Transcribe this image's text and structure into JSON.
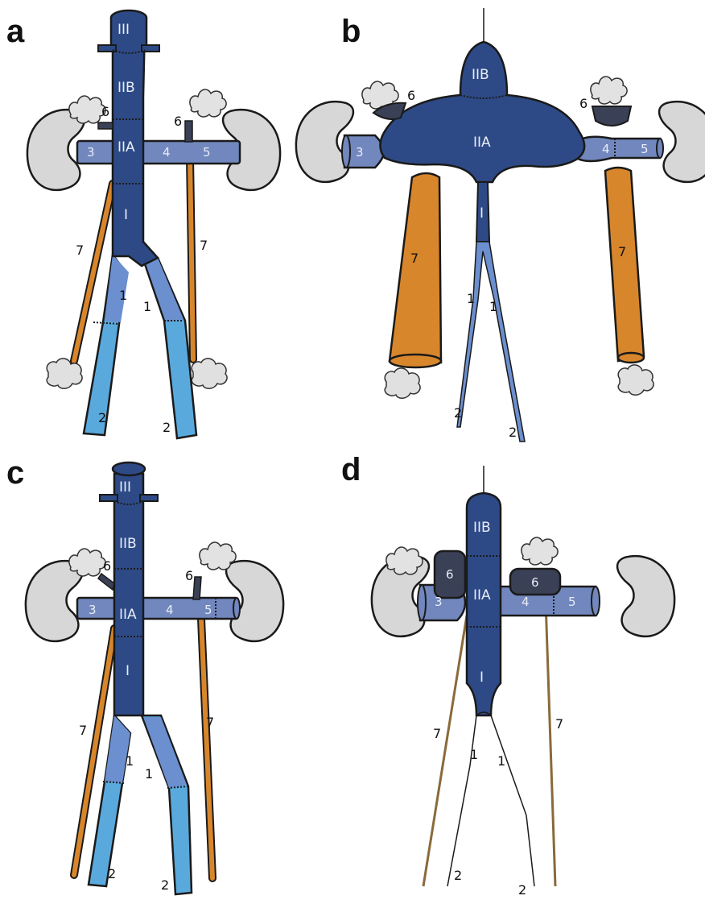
{
  "panels": {
    "a": {
      "letter": "a",
      "segments": {
        "III": "III",
        "IIB": "IIB",
        "IIA": "IIA",
        "I": "I"
      },
      "numbers": {
        "n1_left": "1",
        "n1_right": "1",
        "n2_left": "2",
        "n2_right": "2",
        "n3": "3",
        "n4": "4",
        "n5": "5",
        "n6_left": "6",
        "n6_right": "6",
        "n7_left": "7",
        "n7_right": "7"
      }
    },
    "b": {
      "letter": "b",
      "segments": {
        "IIB": "IIB",
        "IIA": "IIA",
        "I": "I"
      },
      "numbers": {
        "n1_left": "1",
        "n1_right": "1",
        "n2_left": "2",
        "n2_right": "2",
        "n3": "3",
        "n4": "4",
        "n5": "5",
        "n6_left": "6",
        "n6_right": "6",
        "n7_left": "7",
        "n7_right": "7"
      }
    },
    "c": {
      "letter": "c",
      "segments": {
        "III": "III",
        "IIB": "IIB",
        "IIA": "IIA",
        "I": "I"
      },
      "numbers": {
        "n1_left": "1",
        "n1_right": "1",
        "n2_left": "2",
        "n2_right": "2",
        "n3": "3",
        "n4": "4",
        "n5": "5",
        "n6_left": "6",
        "n6_right": "6",
        "n7_left": "7",
        "n7_right": "7"
      }
    },
    "d": {
      "letter": "d",
      "segments": {
        "IIB": "IIB",
        "IIA": "IIA",
        "I": "I"
      },
      "numbers": {
        "n1_left": "1",
        "n1_right": "1",
        "n2_left": "2",
        "n2_right": "2",
        "n3": "3",
        "n4": "4",
        "n5": "5",
        "n6_left": "6",
        "n6_right": "6",
        "n7_left": "7",
        "n7_right": "7"
      }
    }
  },
  "colors": {
    "cardinal_vein_dark": "#2e4a86",
    "renal_vein": "#7187bd",
    "iliac_upper": "#6b8fcf",
    "iliac_lower": "#5aa9dd",
    "gonadal_vein": "#d8862c",
    "adrenal_vein": "#3a4156",
    "kidney": "#d7d7d7",
    "adrenal_gland": "#e2e2e2",
    "gonad": "#e0e0e0",
    "outline": "#1a1a1a"
  }
}
